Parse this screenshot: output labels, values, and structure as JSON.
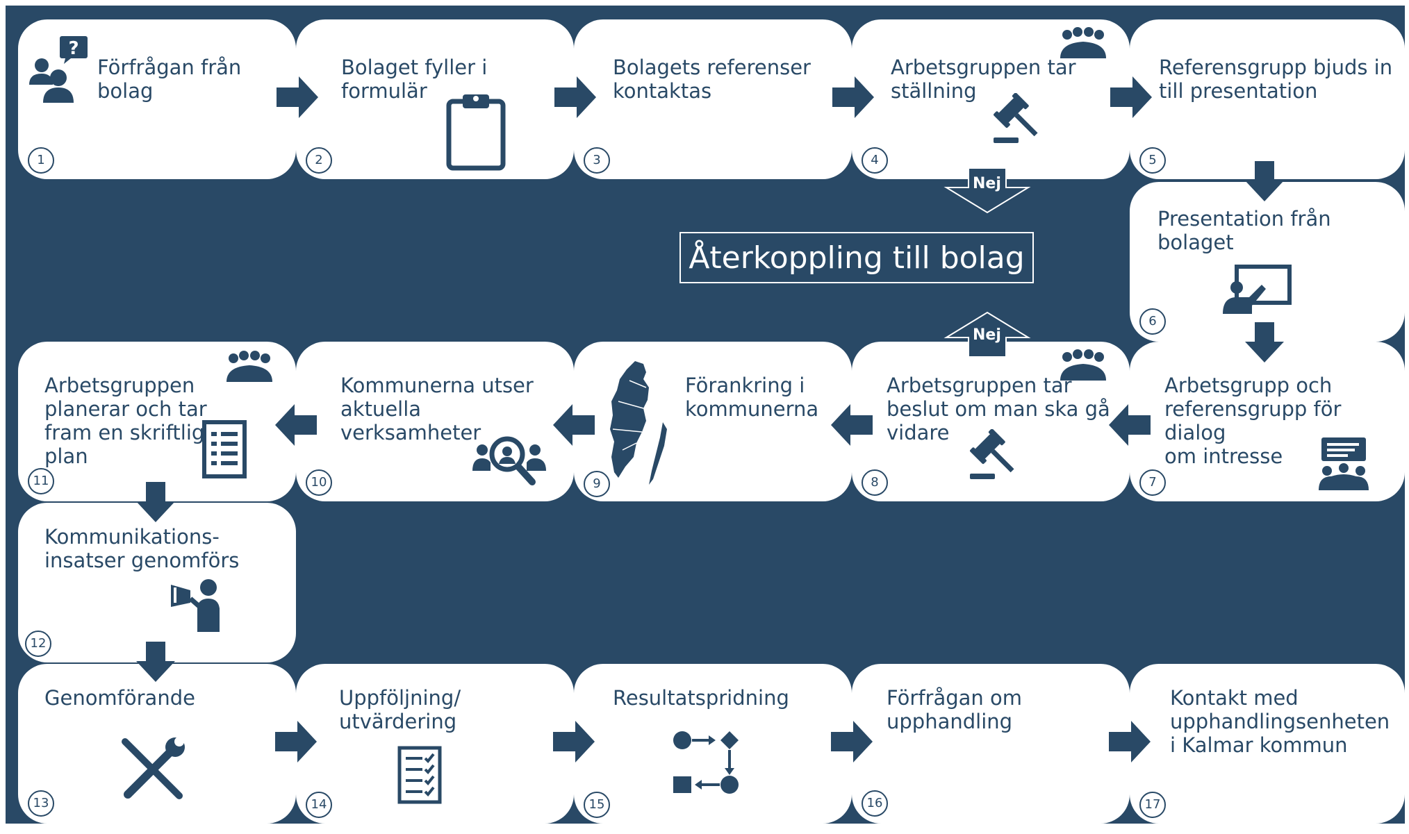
{
  "title": "Återkoppling till bolag",
  "nej": "Nej",
  "colors": {
    "navy": "#294966",
    "card": "#ffffff"
  },
  "steps": [
    {
      "num": "1",
      "label": "Förfrågan från\nbolag",
      "icon": "people-question-icon"
    },
    {
      "num": "2",
      "label": "Bolaget fyller i\nformulär",
      "icon": "clipboard-icon"
    },
    {
      "num": "3",
      "label": "Bolagets referenser\nkontaktas",
      "icon": ""
    },
    {
      "num": "4",
      "label": "Arbetsgruppen tar\nställning",
      "icon": "gavel-icon"
    },
    {
      "num": "5",
      "label": "Referensgrupp bjuds in\ntill presentation",
      "icon": ""
    },
    {
      "num": "6",
      "label": "Presentation från\nbolaget",
      "icon": "presentation-icon"
    },
    {
      "num": "7",
      "label": "Arbetsgrupp och\nreferensgrupp för dialog\nom intresse",
      "icon": "meeting-icon"
    },
    {
      "num": "8",
      "label": "Arbetsgruppen tar\nbeslut om man ska gå\nvidare",
      "icon": "gavel-icon"
    },
    {
      "num": "9",
      "label": "Förankring i\nkommunerna",
      "icon": "map-kalmar-icon"
    },
    {
      "num": "10",
      "label": "Kommunerna utser\naktuella\nverksamheter",
      "icon": "search-people-icon"
    },
    {
      "num": "11",
      "label": "Arbetsgruppen\nplanerar och tar\nfram en skriftlig\nplan",
      "icon": "document-list-icon"
    },
    {
      "num": "12",
      "label": "Kommunikations-\ninsatser genomförs",
      "icon": "megaphone-icon"
    },
    {
      "num": "13",
      "label": "Genomförande",
      "icon": "tools-icon"
    },
    {
      "num": "14",
      "label": "Uppföljning/\nutvärdering",
      "icon": "checklist-icon"
    },
    {
      "num": "15",
      "label": "Resultatspridning",
      "icon": "process-flow-icon"
    },
    {
      "num": "16",
      "label": "Förfrågan om\nupphandling",
      "icon": ""
    },
    {
      "num": "17",
      "label": "Kontakt med\nupphandlingsenheten\ni Kalmar kommun",
      "icon": ""
    }
  ]
}
